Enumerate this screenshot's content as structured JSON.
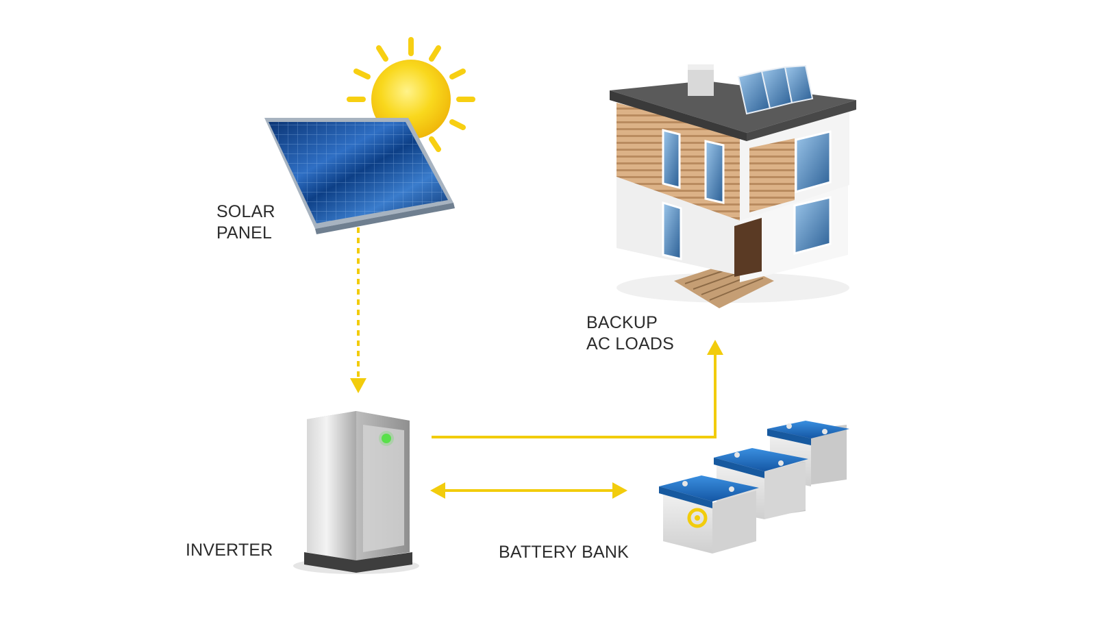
{
  "labels": {
    "solar_panel": [
      "SOLAR",
      "PANEL"
    ],
    "backup_loads": [
      "BACKUP",
      "AC LOADS"
    ],
    "inverter": "INVERTER",
    "battery_bank": "BATTERY BANK"
  },
  "colors": {
    "flow_arrow": "#f2cc0c",
    "sun": "#f7cf12",
    "panel_blue": "#0d3f86",
    "battery_cap": "#1f6fc0",
    "inverter_body": "#c9c9c9",
    "inverter_led": "#59e04a",
    "house_wood": "#d9ae82",
    "house_roof": "#4a4a4a"
  },
  "icons": [
    "sun-icon",
    "solar-panel-icon",
    "house-icon",
    "inverter-icon",
    "battery-icon"
  ]
}
